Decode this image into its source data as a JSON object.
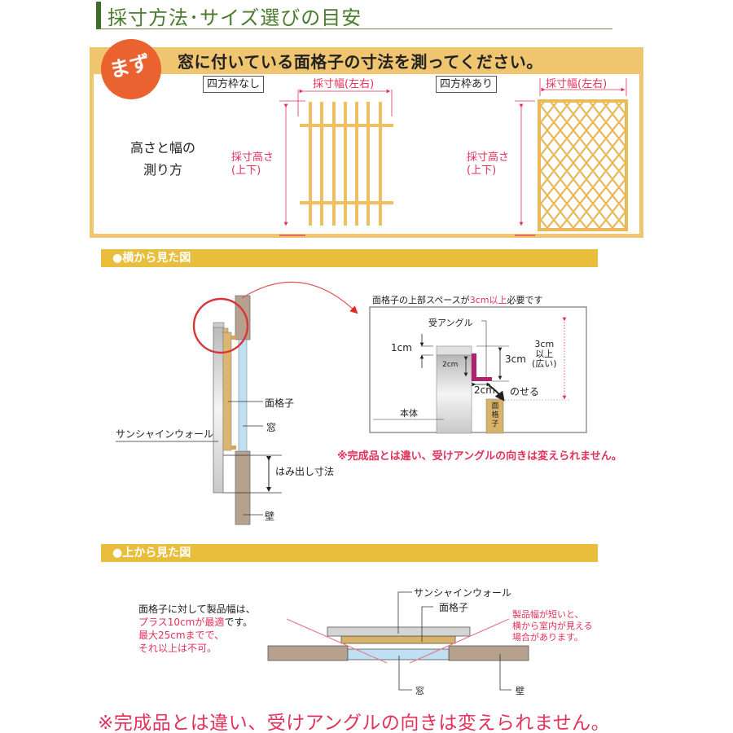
{
  "title": "採寸方法･サイズ選びの目安",
  "step": {
    "badge": "まず",
    "heading": "窓に付いている面格子の寸法を測ってください。",
    "measure_label_line1": "高さと幅の",
    "measure_label_line2": "測り方",
    "no_frame": {
      "tag": "四方枠なし",
      "width_label": "採寸幅(左右)",
      "height_label_line1": "採寸高さ",
      "height_label_line2": "(上下)"
    },
    "with_frame": {
      "tag": "四方枠あり",
      "width_label": "採寸幅(左右)",
      "height_label_line1": "採寸高さ",
      "height_label_line2": "(上下)"
    }
  },
  "side_view": {
    "section_label": "●横から見た図",
    "labels": {
      "lattice": "面格子",
      "window": "窓",
      "product": "サンシャインウォール",
      "overhang": "はみ出し寸法",
      "wall": "壁"
    },
    "detail": {
      "caption_prefix": "面格子の上部スペースが",
      "caption_highlight": "3cm以上",
      "caption_suffix": "必要です",
      "angle_label": "受アングル",
      "dim_1cm": "1cm",
      "dim_2cm_inner": "2cm",
      "dim_3cm": "3cm",
      "dim_3cm_more_line1": "3cm",
      "dim_3cm_more_line2": "以上",
      "dim_3cm_more_line3": "(広い)",
      "dim_2cm_bottom": "2cm",
      "place_label": "のせる",
      "body_label": "本体",
      "lattice_label": "面格子"
    },
    "note": "※完成品とは違い、受けアングルの向きは変えられません。"
  },
  "top_view": {
    "section_label": "●上から見た図",
    "text_line1": "面格子に対して製品幅は、",
    "text_line2_red": "プラス10cmが最適",
    "text_line2_black": "です。",
    "text_line3": "最大25cmまでで、",
    "text_line4": "それ以上は不可。",
    "labels": {
      "product": "サンシャインウォール",
      "lattice": "面格子",
      "window": "窓",
      "wall": "壁"
    },
    "warning_line1": "製品幅が短いと、",
    "warning_line2": "横から室内が見える",
    "warning_line3": "場合があります。"
  },
  "bottom_note": "※完成品とは違い、受けアングルの向きは変えられません。",
  "colors": {
    "title_green": "#4a7a2e",
    "step_border": "#f0c570",
    "badge_orange": "#e9622f",
    "section_bar": "#e8be3c",
    "accent_red": "#e2315a",
    "lattice_wood": "#d8b062",
    "wall_brown": "#a89080",
    "glass_blue": "#bfe0f2",
    "product_gray": "#d6d6d6",
    "angle_magenta": "#b0226e"
  }
}
